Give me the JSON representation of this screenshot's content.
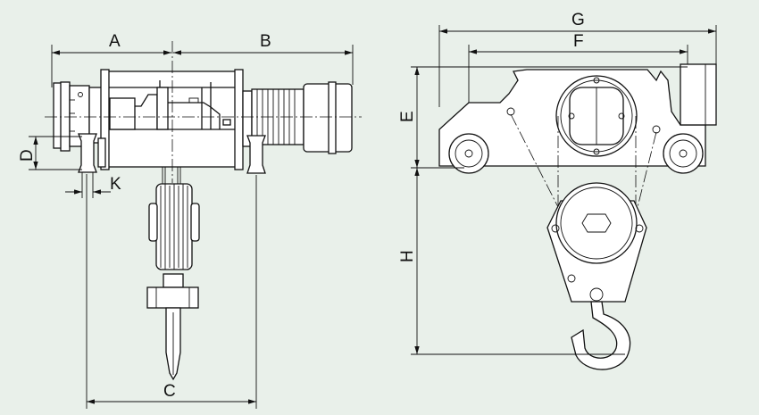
{
  "title": "Electric wire rope hoist dimension drawing",
  "colors": {
    "background": "#e9f0ea",
    "line": "#111111",
    "body": "#ffffff"
  },
  "dimensions": {
    "side_view": {
      "a": "A",
      "b": "B",
      "c": "C",
      "d": "D",
      "k": "K"
    },
    "end_view": {
      "e": "E",
      "f": "F",
      "g": "G",
      "h": "H"
    }
  }
}
